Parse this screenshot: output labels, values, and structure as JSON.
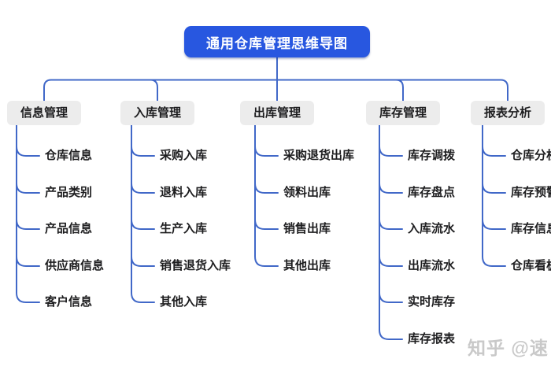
{
  "title": {
    "label": "通用仓库管理思维导图"
  },
  "branches": [
    {
      "label": "信息管理",
      "children": [
        "仓库信息",
        "产品类别",
        "产品信息",
        "供应商信息",
        "客户信息"
      ]
    },
    {
      "label": "入库管理",
      "children": [
        "采购入库",
        "退料入库",
        "生产入库",
        "销售退货入库",
        "其他入库"
      ]
    },
    {
      "label": "出库管理",
      "children": [
        "采购退货出库",
        "领料出库",
        "销售出库",
        "其他出库"
      ]
    },
    {
      "label": "库存管理",
      "children": [
        "库存调拨",
        "库存盘点",
        "入库流水",
        "出库流水",
        "实时库存",
        "库存报表"
      ]
    },
    {
      "label": "报表分析",
      "children": [
        "仓库分析",
        "库存预警",
        "库存信息",
        "仓库看板"
      ]
    }
  ],
  "watermark": {
    "label": "知乎 @速"
  },
  "colors": {
    "background": "#ffffff",
    "connector": "#4168c8",
    "title_bg": "#2857e0",
    "title_text": "#ffffff",
    "branch_bg": "#ececec",
    "node_text": "#1d1d1f",
    "watermark": "#c9c9c9"
  }
}
